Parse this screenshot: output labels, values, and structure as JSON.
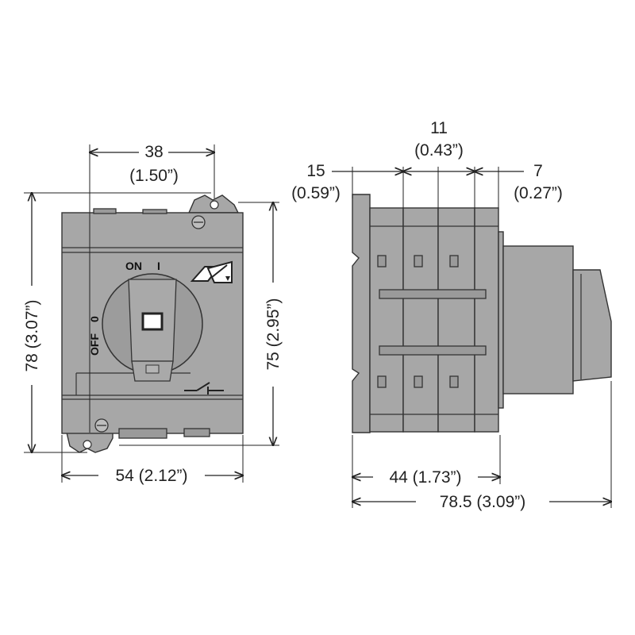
{
  "front_view": {
    "dim_width_top": "38",
    "dim_width_top_in": "(1.50”)",
    "dim_height_outer": "78 (3.07”)",
    "dim_height_inner": "75 (2.95”)",
    "dim_width_bottom": "54 (2.12”)",
    "label_on": "ON",
    "label_on_mark": "I",
    "label_off": "OFF",
    "label_off_mark": "0"
  },
  "side_view": {
    "dim_module": "11",
    "dim_module_in": "(0.43”)",
    "dim_left": "15",
    "dim_left_in": "(0.59”)",
    "dim_right": "7",
    "dim_right_in": "(0.27”)",
    "dim_depth_body": "44 (1.73”)",
    "dim_depth_total": "78.5 (3.09”)"
  },
  "colors": {
    "housing": "#a7a7a7",
    "outline": "#333333",
    "dimension_lines": "#222222"
  }
}
